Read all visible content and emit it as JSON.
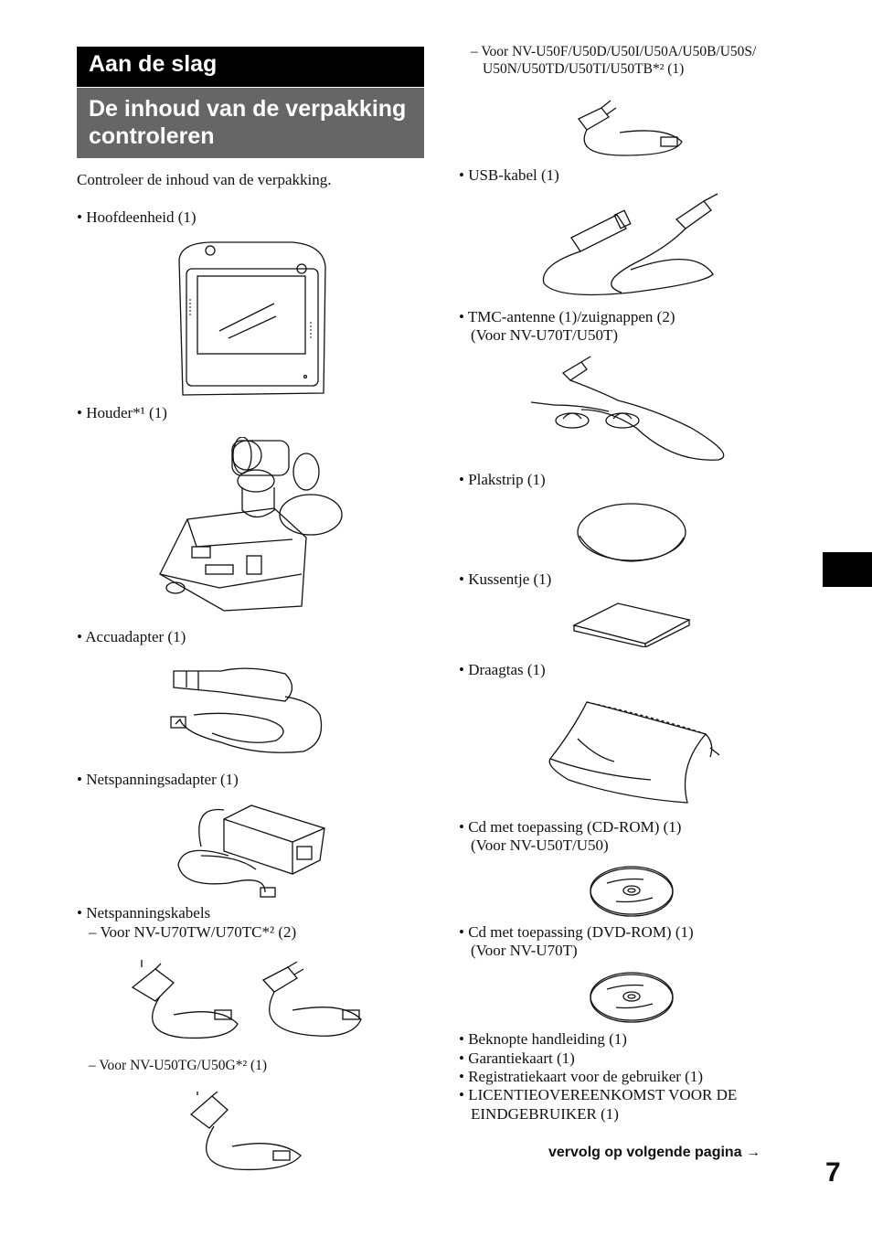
{
  "headings": {
    "section": "Aan de slag",
    "subsection_line1": "De inhoud van de verpakking",
    "subsection_line2": "controleren"
  },
  "intro": "Controleer de inhoud van de verpakking.",
  "left_items": {
    "hoofdeenheid": "• Hoofdeenheid (1)",
    "houder": "• Houder*¹ (1)",
    "accuadapter": "• Accuadapter (1)",
    "netspanningsadapter": "• Netspanningsadapter (1)",
    "netspanningskabels": "• Netspanningskabels",
    "kabels_u70": "– Voor NV-U70TW/U70TC*² (2)",
    "kabels_u50tg": "– Voor NV-U50TG/U50G*² (1)"
  },
  "right_items": {
    "kabels_u50_line1": "– Voor NV-U50F/U50D/U50I/U50A/U50B/U50S/",
    "kabels_u50_line2": "U50N/U50TD/U50TI/U50TB*² (1)",
    "usb": "• USB-kabel (1)",
    "tmc_line1": "• TMC-antenne (1)/zuignappen (2)",
    "tmc_line2": "(Voor NV-U70T/U50T)",
    "plakstrip": "• Plakstrip (1)",
    "kussentje": "• Kussentje (1)",
    "draagtas": "• Draagtas (1)",
    "cd_line1": "• Cd met toepassing (CD-ROM) (1)",
    "cd_line2": "(Voor NV-U50T/U50)",
    "dvd_line1": "• Cd met toepassing (DVD-ROM) (1)",
    "dvd_line2": "(Voor NV-U70T)",
    "list": [
      "• Beknopte handleiding (1)",
      "• Garantiekaart (1)",
      "• Registratiekaart voor de gebruiker (1)",
      "• LICENTIEOVEREENKOMST VOOR DE",
      "EINDGEBRUIKER (1)"
    ]
  },
  "footer": {
    "continued": "vervolg op volgende pagina →",
    "page_number": "7"
  }
}
